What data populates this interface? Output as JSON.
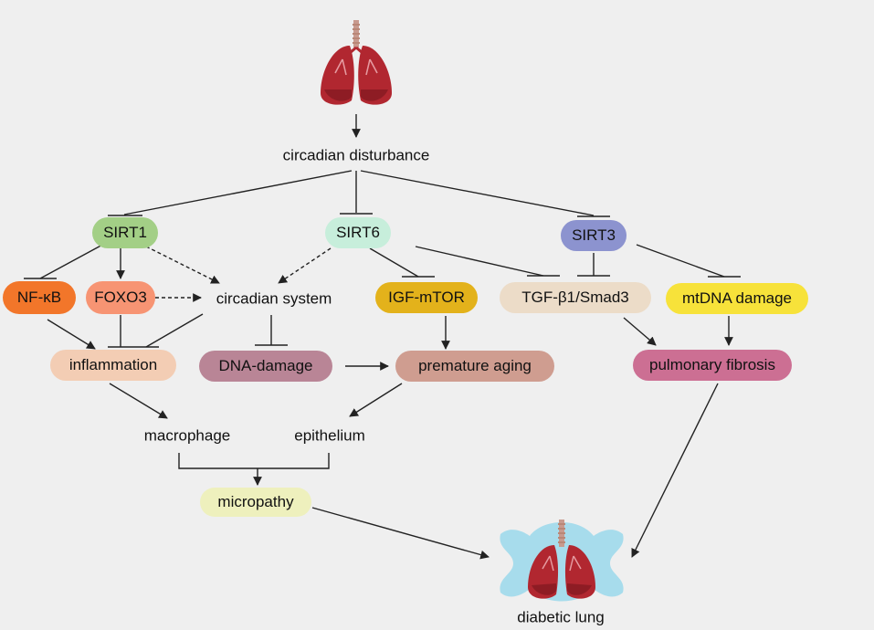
{
  "nodes": {
    "circadian_disturbance": "circadian disturbance",
    "sirt1": "SIRT1",
    "sirt6": "SIRT6",
    "sirt3": "SIRT3",
    "nfkb": "NF-κB",
    "foxo3": "FOXO3",
    "circadian_system": "circadian system",
    "igf_mtor": "IGF-mTOR",
    "tgf_smad": "TGF-β1/Smad3",
    "mtdna_damage": "mtDNA damage",
    "inflammation": "inflammation",
    "dna_damage": "DNA-damage",
    "premature_aging": "premature aging",
    "pulmonary_fibrosis": "pulmonary fibrosis",
    "macrophage": "macrophage",
    "epithelium": "epithelium",
    "micropathy": "micropathy",
    "diabetic_lung": "diabetic lung"
  },
  "icons": {
    "top": "lung-icon",
    "bottom": "diabetic-lung-icon"
  },
  "colors": {
    "background": "#efefef",
    "sirt1": "#a3cf86",
    "sirt6": "#c7eedb",
    "sirt3": "#8c93cf",
    "nfkb": "#f2762a",
    "foxo3": "#f79473",
    "igf_mtor": "#e3b21b",
    "tgf_smad": "#ecdcc8",
    "mtdna_damage": "#f7e23a",
    "inflammation": "#f3cdb4",
    "dna_damage": "#b98596",
    "premature_aging": "#cf9d90",
    "pulmonary_fibrosis": "#cc6f93",
    "micropathy": "#eef0bd",
    "lung": "#b12730",
    "lung_bg": "#a7dcec"
  }
}
